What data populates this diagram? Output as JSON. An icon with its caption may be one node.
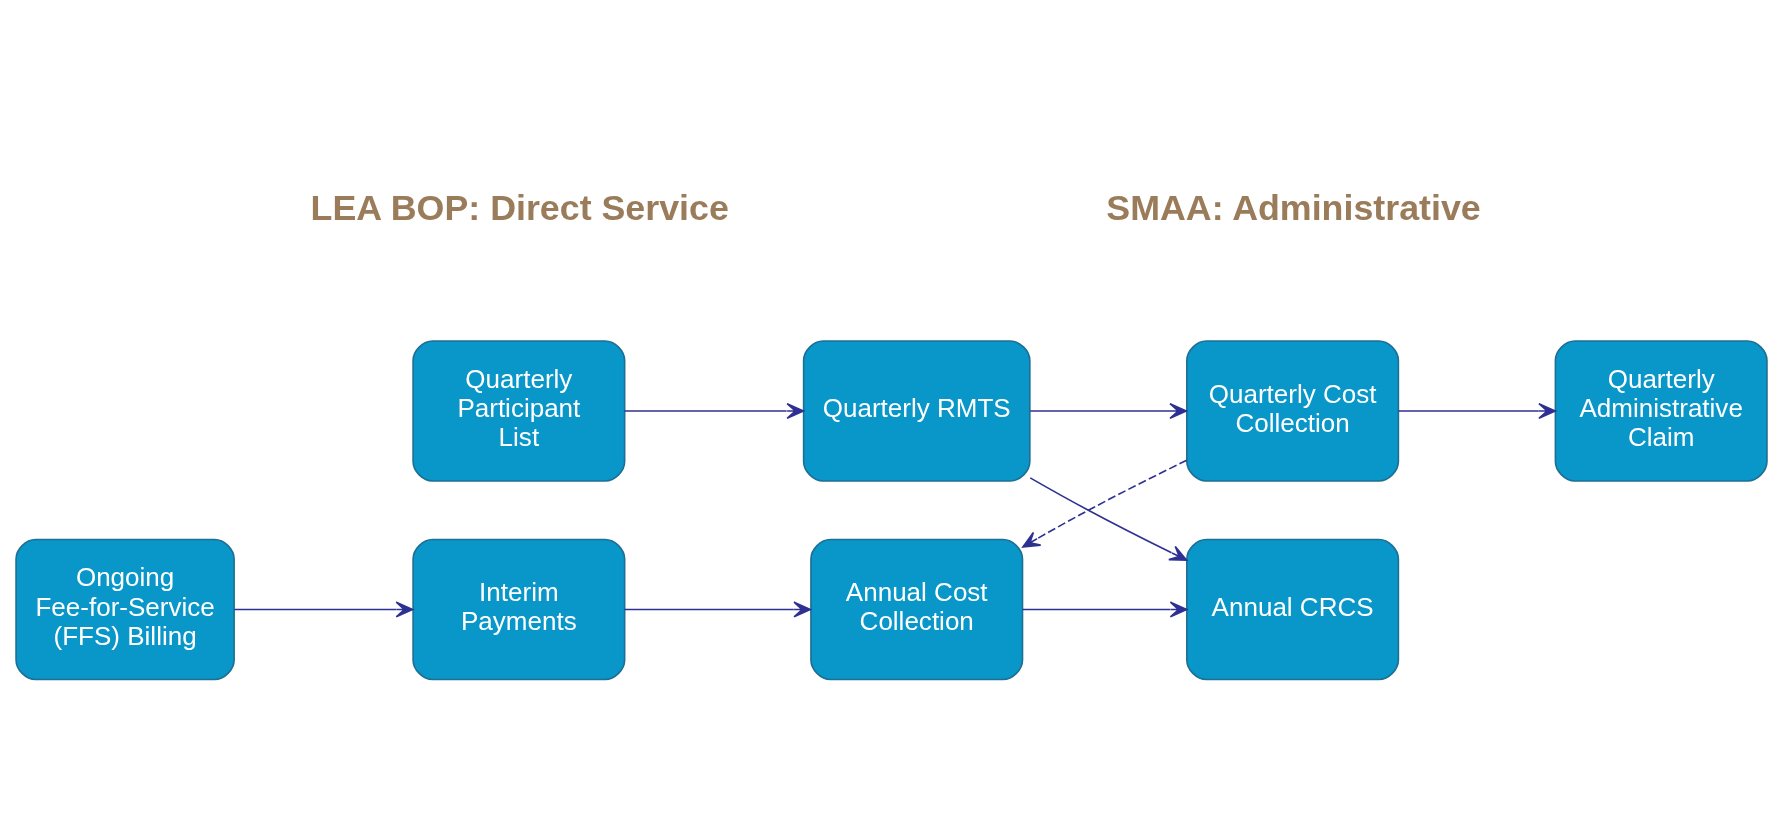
{
  "diagram": {
    "nodes": [
      {
        "text": [
          "Quarterly Participant List"
        ]
      },
      {
        "text": [
          "Quarterly RMTS"
        ]
      },
      {
        "text": [
          "Quarterly Cost Collection"
        ]
      },
      {
        "text": [
          "Quarterly Administrative Claim"
        ]
      },
      {
        "text": [
          "Ongoing Fee-for-Service (FFS) Billing"
        ]
      },
      {
        "text": [
          "Interim Payments"
        ]
      },
      {
        "text": [
          "Annual Cost Collection"
        ]
      },
      {
        "text": [
          "Annual CRCS"
        ]
      }
    ],
    "edges": [
      {
        "from": 0,
        "to": 1,
        "arrow": "to"
      },
      {
        "from": 1,
        "to": 2,
        "arrow": "to"
      },
      {
        "from": 2,
        "to": 3,
        "arrow": "to"
      },
      {
        "from": 2,
        "to": 6,
        "arrow": "to",
        "style": "dashed"
      },
      {
        "from": 4,
        "to": 5,
        "arrow": "to"
      },
      {
        "from": 5,
        "to": 6,
        "arrow": "to"
      },
      {
        "from": 6,
        "to": 7,
        "arrow": "to"
      },
      {
        "from": 1,
        "to": 7,
        "arrow": "to"
      }
    ],
    "labels": [
      "SMAA: Administrative",
      "LEA BOP: Direct Service"
    ]
  }
}
